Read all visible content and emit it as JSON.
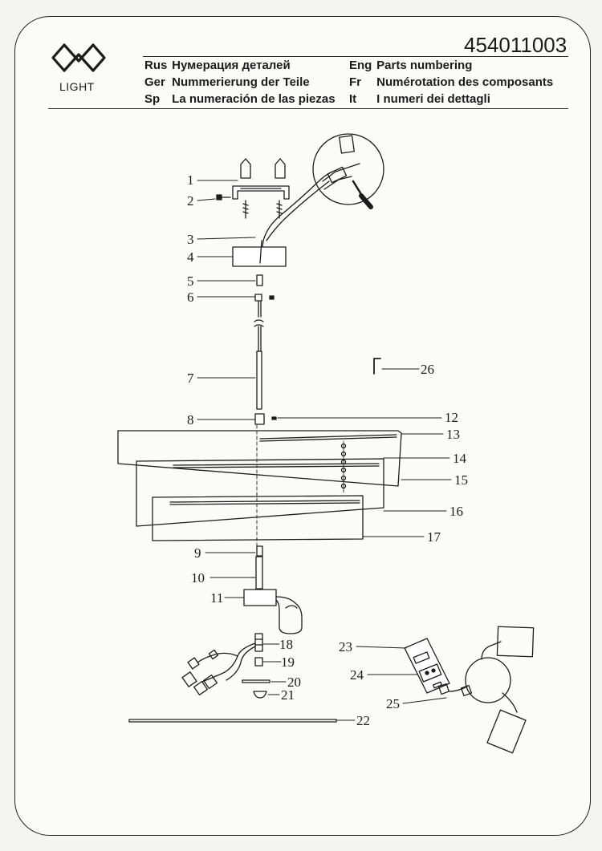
{
  "header": {
    "logo_text": "LIGHT",
    "product_code": "454011003",
    "rows": [
      {
        "left_lang": "Rus",
        "left_text": "Нумерация деталей",
        "right_lang": "Eng",
        "right_text": "Parts numbering"
      },
      {
        "left_lang": "Ger",
        "left_text": "Nummerierung der Teile",
        "right_lang": "Fr",
        "right_text": "Numérotation des composants"
      },
      {
        "left_lang": "Sp",
        "left_text": "La numeración de las piezas",
        "right_lang": "It",
        "right_text": "I numeri dei dettagli"
      }
    ]
  },
  "callouts": {
    "n1": "1",
    "n2": "2",
    "n3": "3",
    "n4": "4",
    "n5": "5",
    "n6": "6",
    "n7": "7",
    "n8": "8",
    "n9": "9",
    "n10": "10",
    "n11": "11",
    "n12": "12",
    "n13": "13",
    "n14": "14",
    "n15": "15",
    "n16": "16",
    "n17": "17",
    "n18": "18",
    "n19": "19",
    "n20": "20",
    "n21": "21",
    "n22": "22",
    "n23": "23",
    "n24": "24",
    "n25": "25",
    "n26": "26"
  },
  "colors": {
    "ink": "#1c1c1c",
    "paper": "#fbfbfa"
  }
}
